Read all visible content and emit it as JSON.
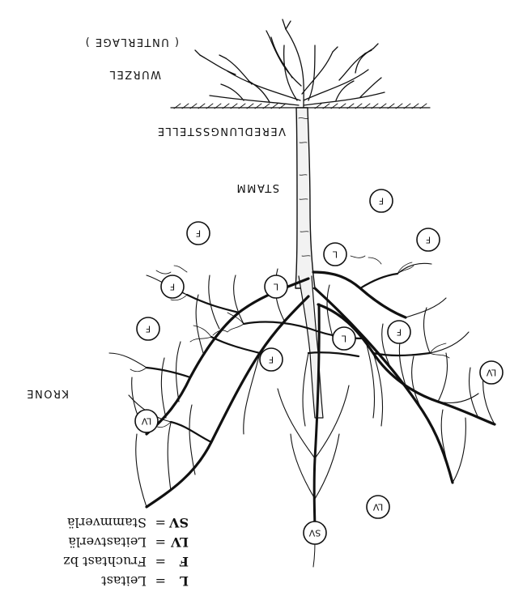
{
  "labels": {
    "rootstock": "( UNTERLAGE )",
    "root": "WURZEL",
    "graft_point": "VEREDLUNGSSTELLE",
    "trunk": "STAMM",
    "crown": "KRONE"
  },
  "nodes": {
    "sv": "SV",
    "lv": "LV",
    "l": "L",
    "f": "F"
  },
  "legend": [
    {
      "key": "L",
      "text": "Leitast"
    },
    {
      "key": "F",
      "text": "Fruchtast bz"
    },
    {
      "key": "LV",
      "text": "Leitastverlä"
    },
    {
      "key": "SV",
      "text": "Stammverlä"
    }
  ],
  "legend_separator": "="
}
